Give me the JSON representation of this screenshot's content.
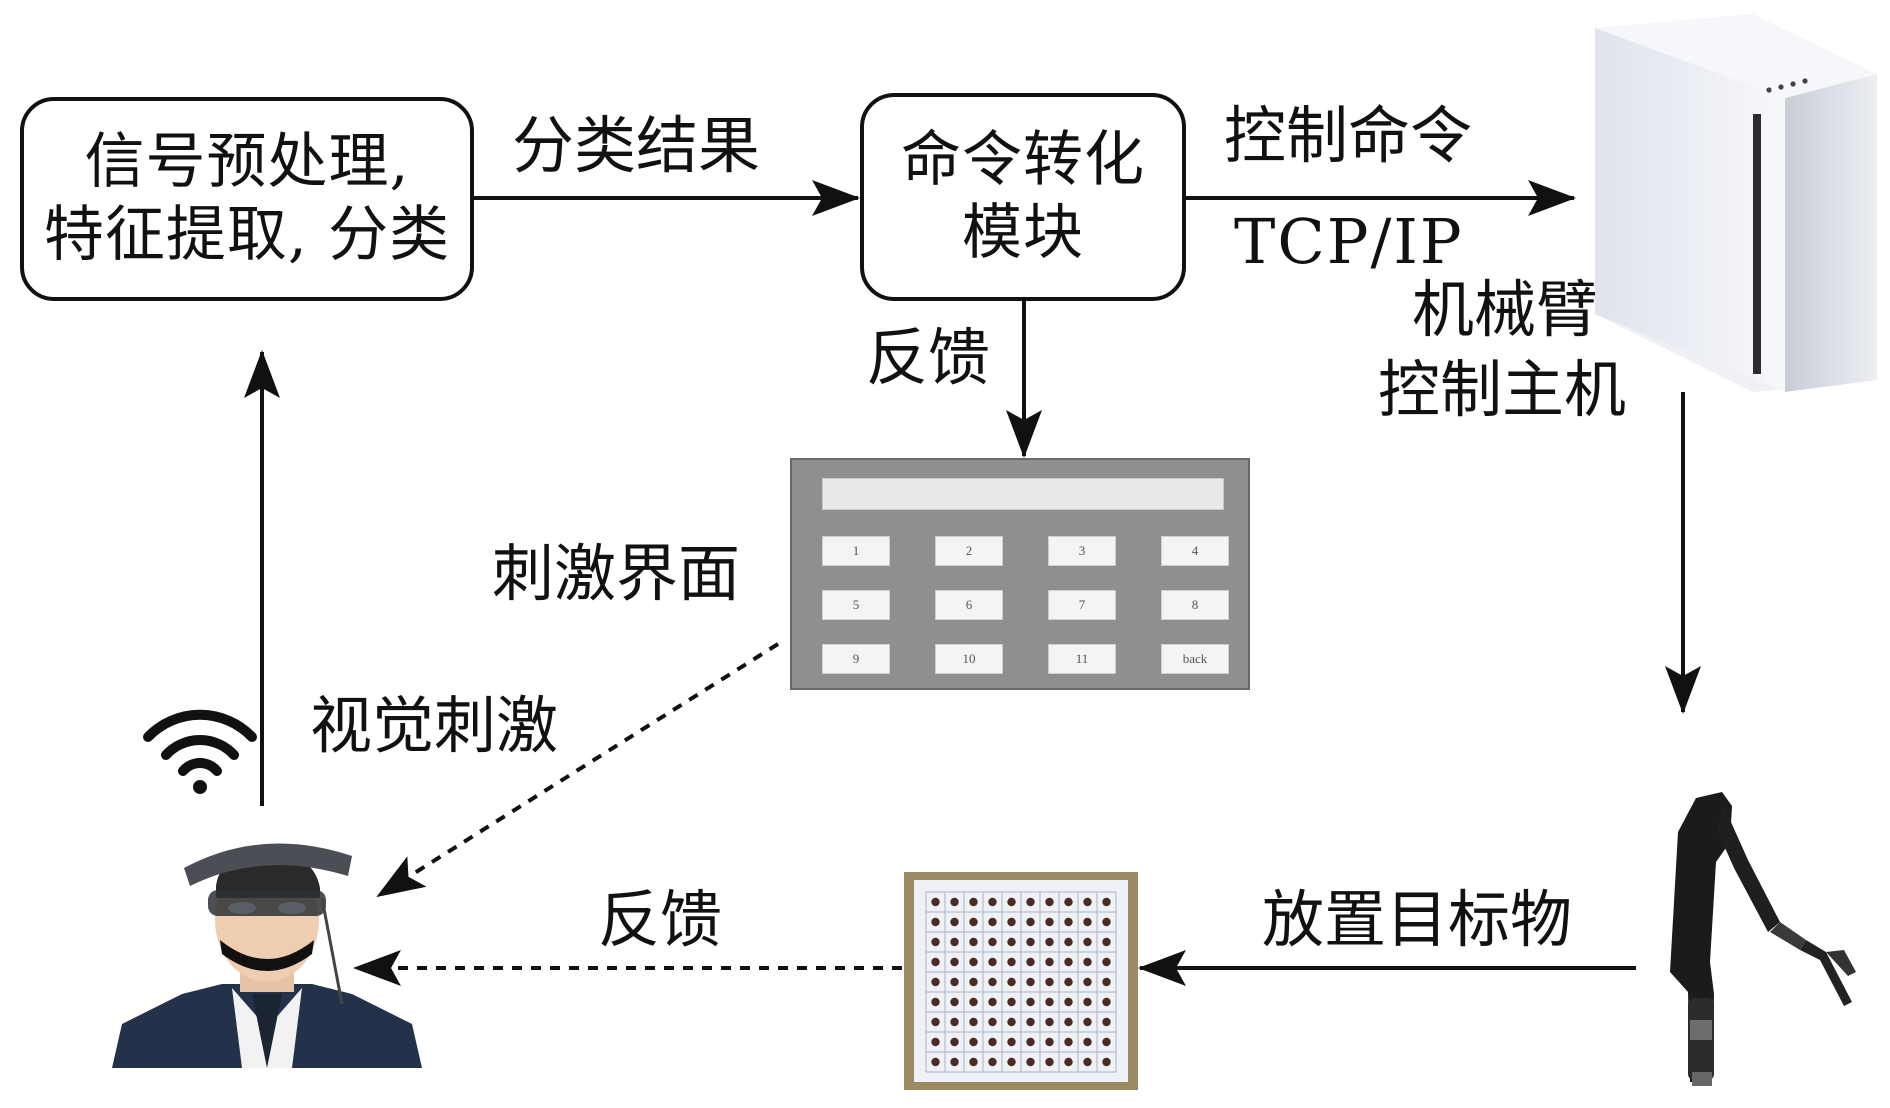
{
  "boxes": {
    "preprocess": [
      "信号预处理,",
      "特征提取, 分类"
    ],
    "command": [
      "命令转化",
      "模块"
    ]
  },
  "labels": {
    "classification_result": "分类结果",
    "control_command": "控制命令",
    "tcp_ip": "TCP/IP",
    "feedback_top": "反馈",
    "arm_host": [
      "机械臂",
      "控制主机"
    ],
    "stimulus_interface": "刺激界面",
    "visual_stimulus": "视觉刺激",
    "place_target": "放置目标物",
    "feedback_bottom": "反馈"
  },
  "keypad": {
    "keys": [
      "1",
      "2",
      "3",
      "4",
      "5",
      "6",
      "7",
      "8",
      "9",
      "10",
      "11",
      "back"
    ]
  },
  "colors": {
    "line": "#111111",
    "keypad_bg": "#8f8f8f",
    "tower": "#eef0f5"
  }
}
